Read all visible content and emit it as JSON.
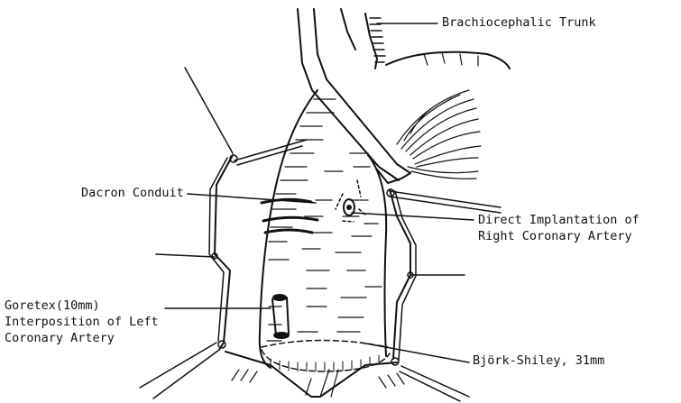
{
  "labels": {
    "brachiocephalic": "Brachiocephalic Trunk",
    "dacron": "Dacron Conduit",
    "direct_line1": "Direct Implantation of",
    "direct_line2": "Right Coronary Artery",
    "goretex_line1": "Goretex(10mm)",
    "goretex_line2": "Interposition of Left",
    "goretex_line3": "Coronary Artery",
    "bjork": "Björk-Shiley, 31mm"
  }
}
